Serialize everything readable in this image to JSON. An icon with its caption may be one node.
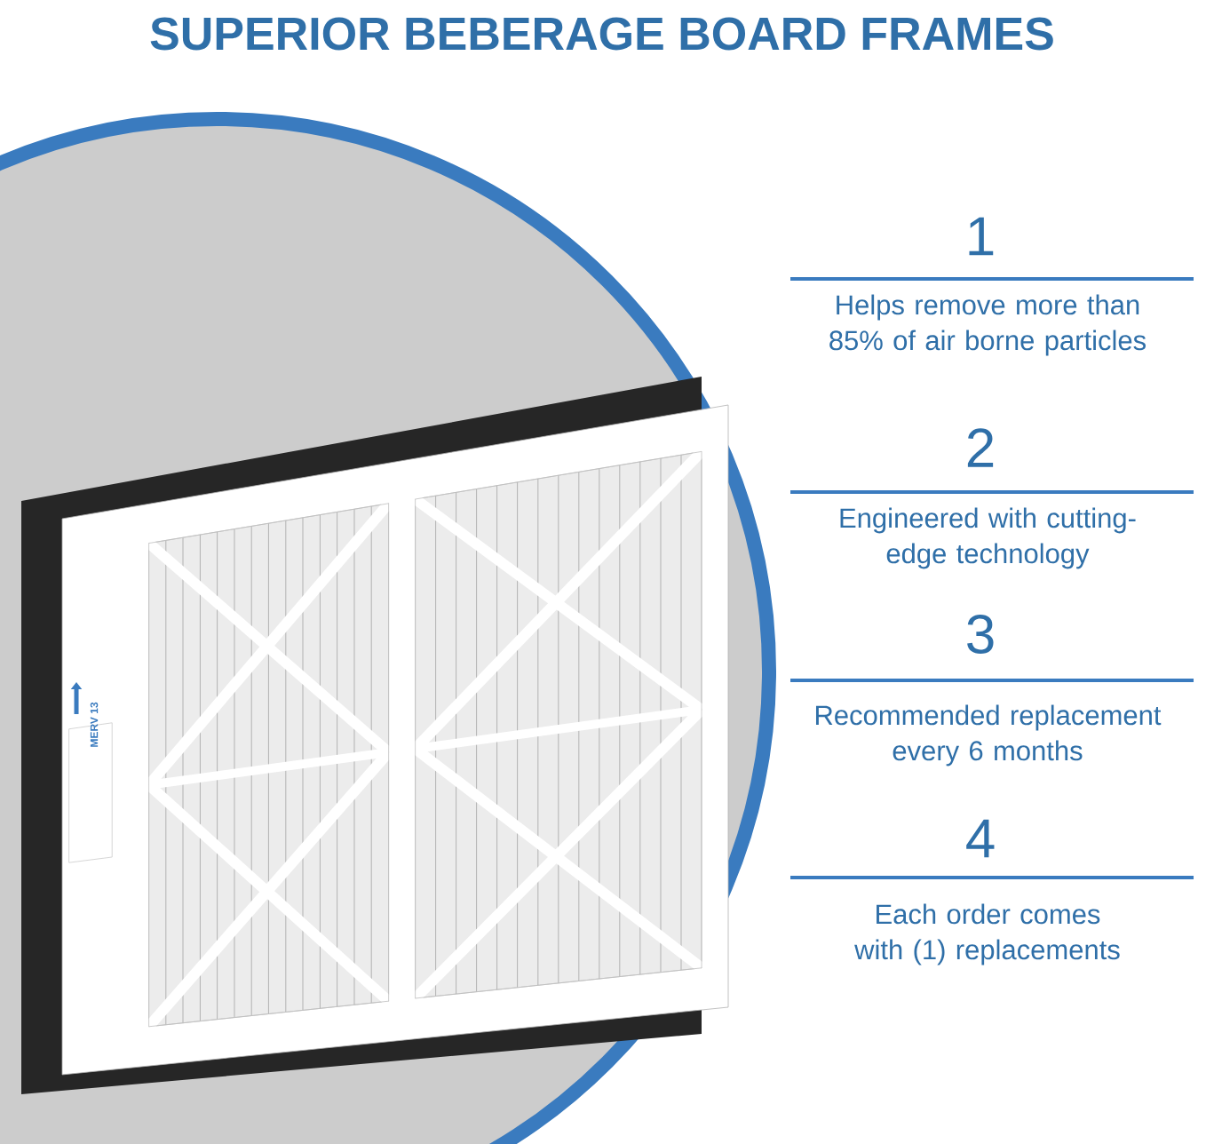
{
  "diagram": {
    "title": "SUPERIOR BEBERAGE BOARD FRAMES",
    "labels": [
      "1",
      "Helps remove more than 85% of air borne particles",
      "2",
      "Engineered with cutting-edge technology",
      "3",
      "Recommended replacement every 6 months",
      "4",
      "Each order comes with (1) replacements",
      "MERV 13"
    ]
  }
}
